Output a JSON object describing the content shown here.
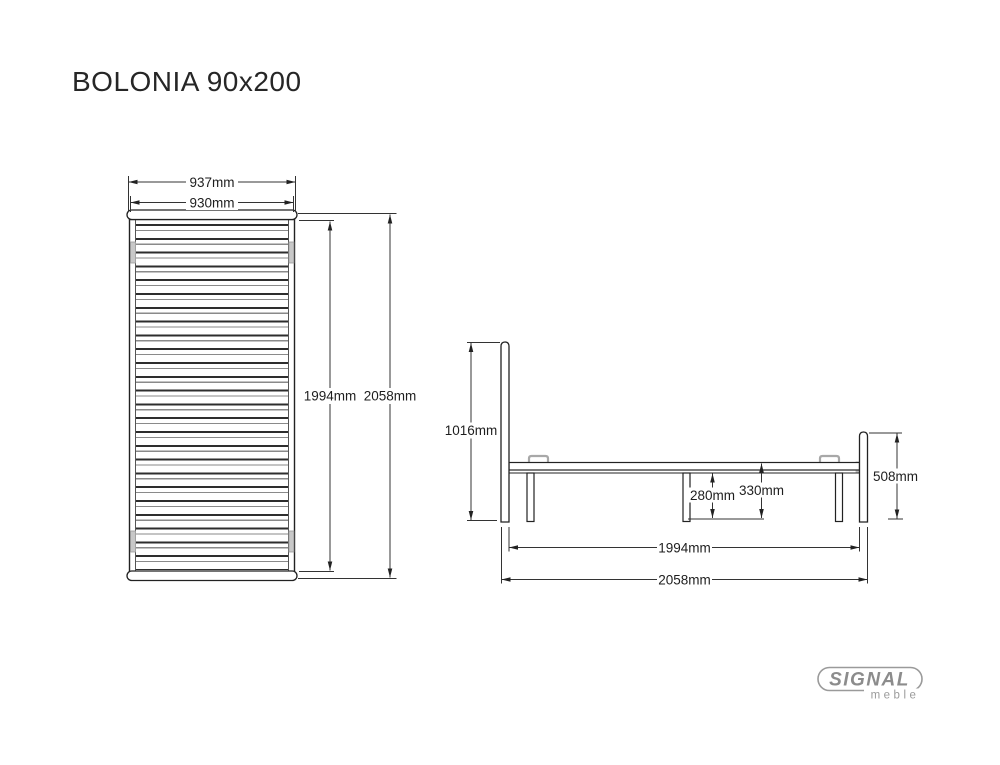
{
  "title": "BOLONIA 90x200",
  "top_view": {
    "width_outer": "937mm",
    "width_slats": "930mm",
    "length_slats": "1994mm",
    "length_outer": "2058mm"
  },
  "side_view": {
    "headboard_height": "1016mm",
    "underframe_clearance": "280mm",
    "frame_top_height": "330mm",
    "footboard_height": "508mm",
    "length_inner": "1994mm",
    "length_outer": "2058mm"
  },
  "logo": {
    "brand": "SIGNAL",
    "subbrand": "meble"
  },
  "colors": {
    "drawing_line": "#222222",
    "dimension_line": "#333333",
    "hardware_gray": "#c4c4c4",
    "logo_gray": "#8c8c8c"
  }
}
